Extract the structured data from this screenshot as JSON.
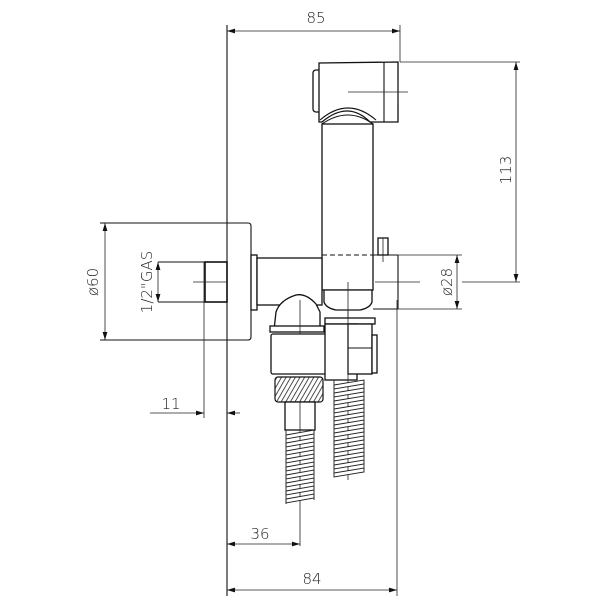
{
  "drawing": {
    "dimensions": {
      "overall_top": "85",
      "overall_bottom": "84",
      "handset_height": "113",
      "holder_diameter": "ø28",
      "flange_diameter": "ø60",
      "thread": "1/2\"GAS",
      "pipe_offset": "11",
      "hose_offset": "36"
    }
  }
}
